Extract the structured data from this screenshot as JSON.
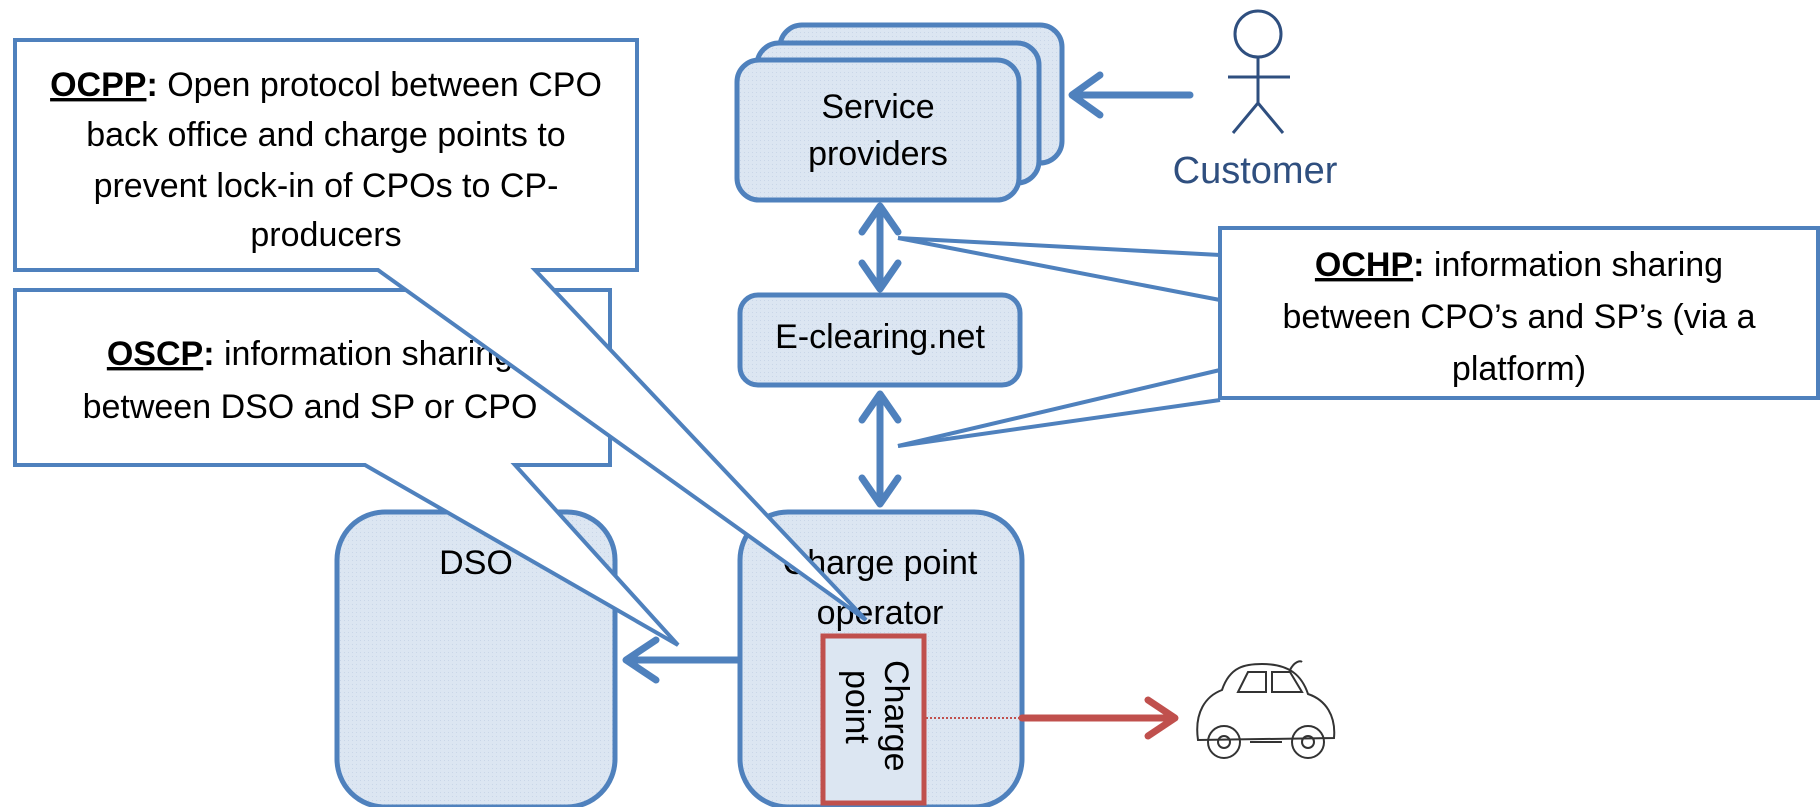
{
  "nodes": {
    "service_providers": {
      "line1": "Service",
      "line2": "providers"
    },
    "customer": "Customer",
    "eclearing": "E-clearing.net",
    "dso": "DSO",
    "cpo": {
      "line1": "Charge point",
      "line2": "operator"
    },
    "charge_point": {
      "line1": "Charge",
      "line2": "point"
    }
  },
  "callouts": {
    "ocpp": {
      "keyword": "OCPP",
      "colon": ":",
      "line1": " Open protocol between CPO",
      "line2": "back office and charge points to",
      "line3": "prevent lock-in of CPOs to CP-",
      "line4": "producers"
    },
    "oscp": {
      "keyword": "OSCP",
      "colon": ":",
      "line1": " information sharing",
      "line2": "between DSO and SP or CPO"
    },
    "ochp": {
      "keyword": "OCHP",
      "colon": ":",
      "line1": " information sharing",
      "line2": "between CPO’s and SP’s (via a",
      "line3": "platform)"
    }
  },
  "colors": {
    "node_fill": "#dce6f2",
    "node_stroke": "#4f81bd",
    "callout_stroke": "#4f81bd",
    "arrow_blue": "#4f81bd",
    "arrow_red": "#c0504d",
    "customer_text": "#2f4f7f"
  },
  "icons": [
    "customer-stick-figure-icon",
    "car-icon"
  ]
}
